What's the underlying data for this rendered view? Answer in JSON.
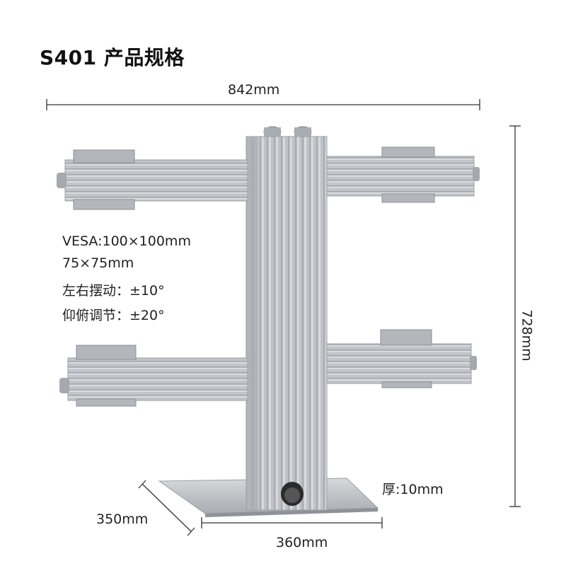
{
  "title": "S401 产品规格",
  "dimensions": {
    "width": "842mm",
    "height": "728mm",
    "depth": "350mm",
    "base_width": "360mm",
    "thickness": "厚:10mm"
  },
  "specs": [
    "VESA:100×100mm",
    "75×75mm",
    "左右摆动：±10°",
    "仰俯调节：±20°"
  ],
  "colors": {
    "metal": "#b9bcc1",
    "metal_dark": "#8e9197",
    "line": "#333333"
  }
}
